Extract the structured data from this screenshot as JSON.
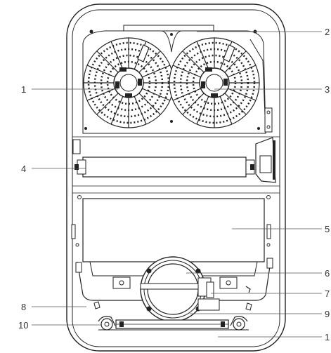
{
  "callouts": {
    "c1": "1",
    "c2": "2",
    "c3": "3",
    "c4": "4",
    "c5": "5",
    "c6": "6",
    "c7": "7",
    "c8": "8",
    "c9": "9",
    "c10": "10",
    "c11": "1"
  },
  "colors": {
    "line": "#222222",
    "leader": "#555555",
    "label": "#333333"
  }
}
